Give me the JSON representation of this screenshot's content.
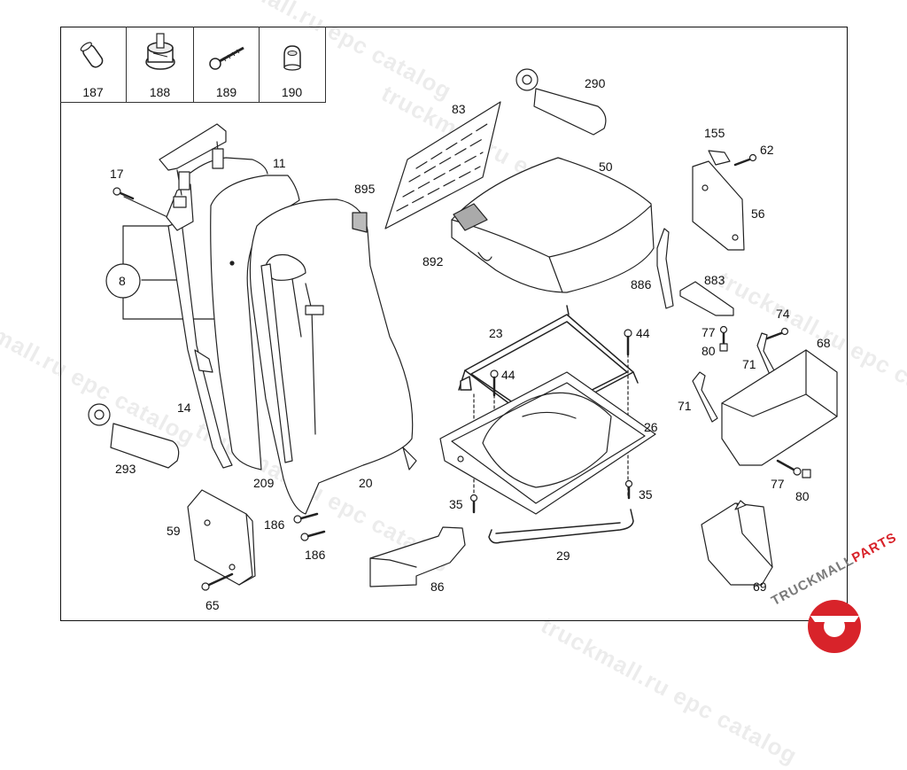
{
  "legend": [
    "187",
    "188",
    "189",
    "190"
  ],
  "labels": {
    "l8": "8",
    "l11": "11",
    "l14": "14",
    "l17": "17",
    "l20": "20",
    "l23": "23",
    "l26": "26",
    "l29": "29",
    "l35a": "35",
    "l35b": "35",
    "l44a": "44",
    "l44b": "44",
    "l50": "50",
    "l56": "56",
    "l59": "59",
    "l62": "62",
    "l65": "65",
    "l68": "68",
    "l69": "69",
    "l71a": "71",
    "l71b": "71",
    "l74": "74",
    "l77a": "77",
    "l77b": "77",
    "l80a": "80",
    "l80b": "80",
    "l83": "83",
    "l86": "86",
    "l155": "155",
    "l186a": "186",
    "l186b": "186",
    "l209": "209",
    "l290": "290",
    "l293": "293",
    "l883": "883",
    "l886": "886",
    "l892": "892",
    "l895": "895"
  },
  "watermark": "truckmall.ru epc catalog",
  "brand": {
    "part1": "TRUCKMALL",
    "part2": "PARTS"
  },
  "colors": {
    "brand_red": "#d8232a",
    "line": "#222222"
  }
}
